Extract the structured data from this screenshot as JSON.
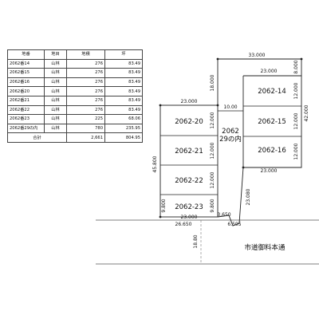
{
  "table": {
    "headers": {
      "lot": "地番",
      "category": "地目",
      "area_sqm": "地積",
      "area_tsubo": "坪"
    },
    "rows": [
      {
        "lot": "2062番14",
        "category": "山林",
        "area_sqm": "276",
        "area_tsubo": "83.49"
      },
      {
        "lot": "2062番15",
        "category": "山林",
        "area_sqm": "276",
        "area_tsubo": "83.49"
      },
      {
        "lot": "2062番16",
        "category": "山林",
        "area_sqm": "276",
        "area_tsubo": "83.49"
      },
      {
        "lot": "2062番20",
        "category": "山林",
        "area_sqm": "276",
        "area_tsubo": "83.49"
      },
      {
        "lot": "2062番21",
        "category": "山林",
        "area_sqm": "276",
        "area_tsubo": "83.49"
      },
      {
        "lot": "2062番22",
        "category": "山林",
        "area_sqm": "276",
        "area_tsubo": "83.49"
      },
      {
        "lot": "2062番23",
        "category": "山林",
        "area_sqm": "225",
        "area_tsubo": "68.06"
      },
      {
        "lot": "2062番29の内",
        "category": "山林",
        "area_sqm": "780",
        "area_tsubo": "235.95"
      }
    ],
    "total": {
      "label": "合計",
      "area_sqm": "2,661",
      "area_tsubo": "804.95"
    }
  },
  "plots": {
    "p20": "2062-20",
    "p21": "2062-21",
    "p22": "2062-22",
    "p23": "2062-23",
    "p14": "2062-14",
    "p15": "2062-15",
    "p16": "2062-16",
    "p29_line1": "2062",
    "p29_line2": "29の内"
  },
  "dimensions": {
    "top_width": "33.000",
    "right_block_top": "23.000",
    "top_vertical": "18.000",
    "top_right_vertical": "8.000",
    "right_block_height": "42.000",
    "p14_side": "12.000",
    "p15_side": "12.000",
    "p16_side": "12.000",
    "right_block_bottom": "23.000",
    "right_lower_vertical": "23.080",
    "left_block_top": "23.000",
    "road_access_width": "10.00",
    "left_block_height": "45.800",
    "p20_side": "12.000",
    "p21_side": "12.000",
    "p22_side": "12.000",
    "p23_side": "9.800",
    "p23_right_side": "9.800",
    "left_block_bottom": "23.000",
    "frontage_left": "26.650",
    "frontage_mid": "3.650",
    "frontage_right": "6.595",
    "road_width": "18.80"
  },
  "road": {
    "name": "市道御料本通"
  }
}
